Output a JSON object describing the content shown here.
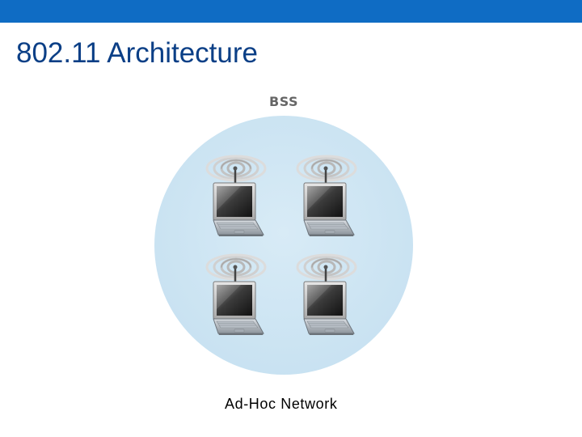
{
  "slide": {
    "title": "802.11 Architecture",
    "header_color": "#0f6cc4",
    "title_color": "#0b3f86"
  },
  "diagram": {
    "bss_label": "BSS",
    "bss_region_color": "#cde4f2",
    "caption": "Ad-Hoc Network",
    "node_icon": "wireless-laptop-icon",
    "nodes": [
      {
        "id": "laptop-1",
        "role": "wireless host"
      },
      {
        "id": "laptop-2",
        "role": "wireless host"
      },
      {
        "id": "laptop-3",
        "role": "wireless host"
      },
      {
        "id": "laptop-4",
        "role": "wireless host"
      }
    ]
  }
}
